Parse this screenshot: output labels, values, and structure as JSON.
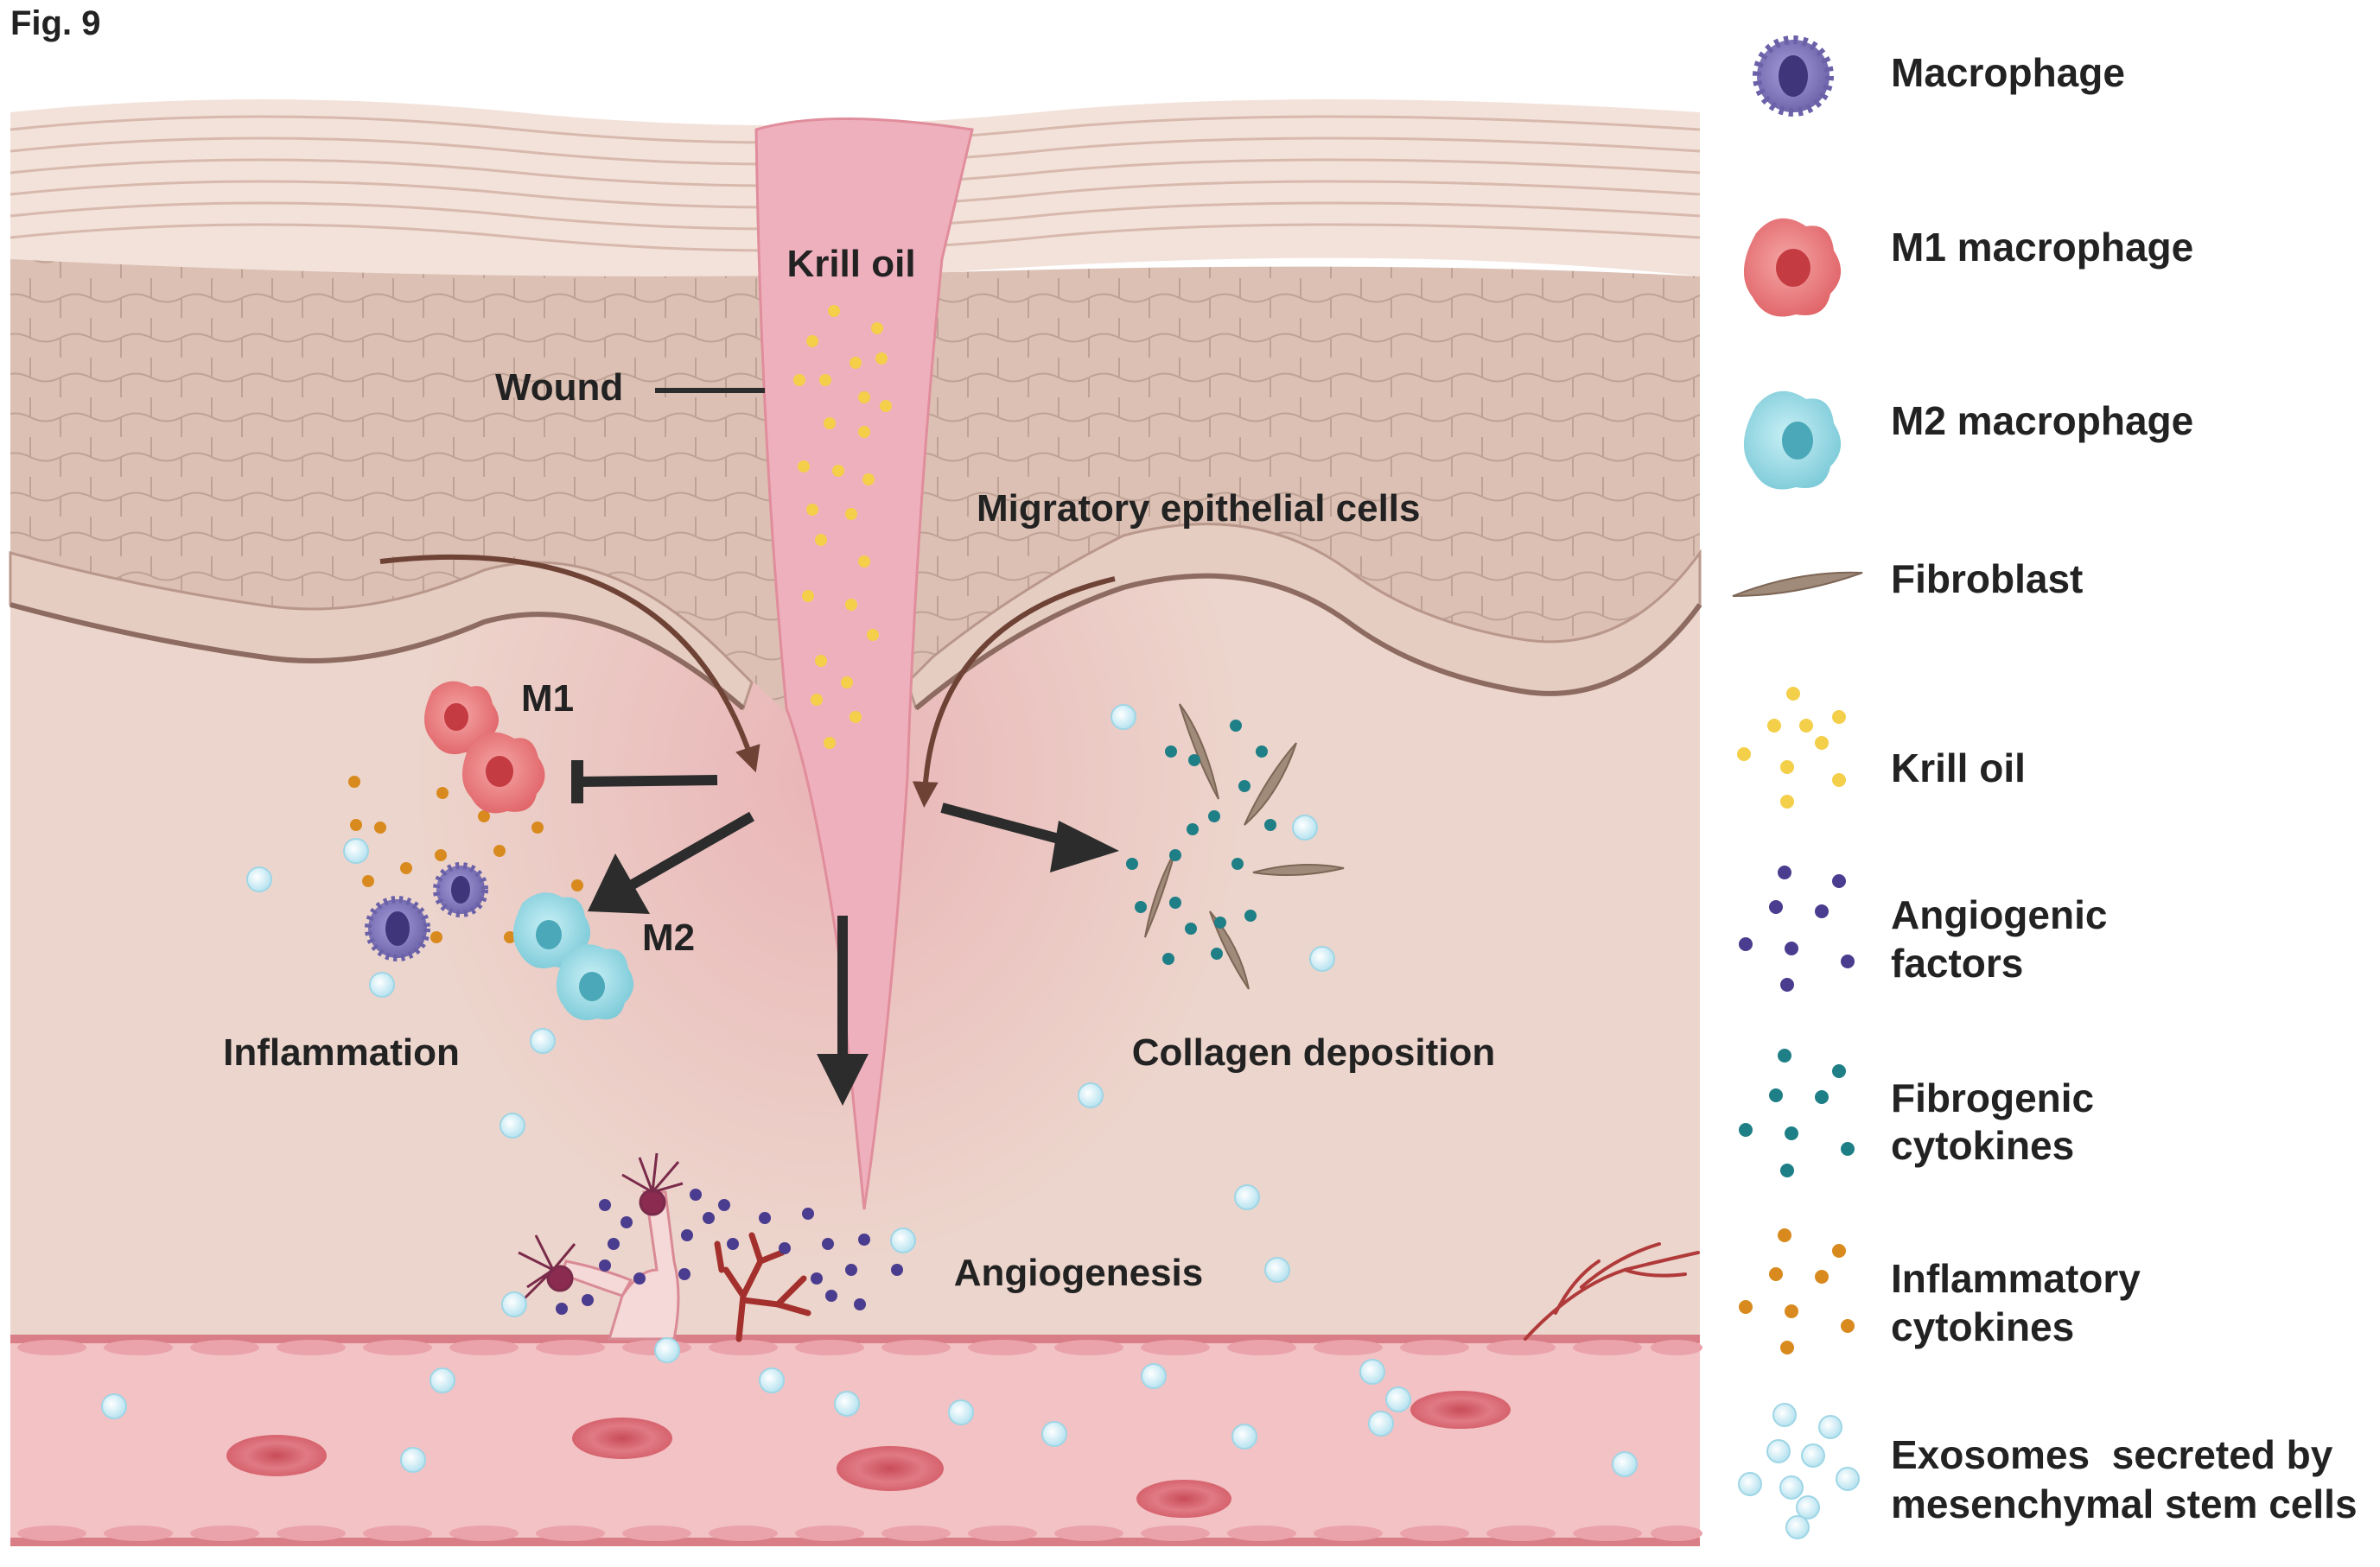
{
  "figure": {
    "label": "Fig. 9"
  },
  "diagram": {
    "wound_label": "Wound",
    "krill_oil_label": "Krill oil",
    "migratory_label": "Migratory epithelial cells",
    "m1_label": "M1",
    "m2_label": "M2",
    "inflammation_label": "Inflammation",
    "collagen_label": "Collagen deposition",
    "angiogenesis_label": "Angiogenesis"
  },
  "legend": {
    "items": [
      {
        "icon": "macrophage-icon",
        "lines": [
          "Macrophage"
        ]
      },
      {
        "icon": "m1-macrophage-icon",
        "lines": [
          "M1 macrophage"
        ]
      },
      {
        "icon": "m2-macrophage-icon",
        "lines": [
          "M2 macrophage"
        ]
      },
      {
        "icon": "fibroblast-icon",
        "lines": [
          "Fibroblast"
        ]
      },
      {
        "icon": "krill-oil-dots-icon",
        "lines": [
          "Krill oil"
        ]
      },
      {
        "icon": "angiogenic-factors-dots-icon",
        "lines": [
          "Angiogenic",
          "factors"
        ]
      },
      {
        "icon": "fibrogenic-cytokines-dots-icon",
        "lines": [
          "Fibrogenic",
          "cytokines"
        ]
      },
      {
        "icon": "inflammatory-cytokines-dots-icon",
        "lines": [
          "Inflammatory",
          "cytokines"
        ]
      },
      {
        "icon": "exosomes-dots-icon",
        "lines": [
          "Exosomes  secreted by",
          "mesenchymal stem cells"
        ]
      }
    ]
  },
  "colors": {
    "macrophage": "#7c74b8",
    "m1_macrophage": "#e8787a",
    "m2_macrophage": "#8fd3df",
    "fibroblast": "#a08a7a",
    "krill_oil": "#f3cf4a",
    "angiogenic_factors": "#4a3c8e",
    "fibrogenic_cytokines": "#1f7f86",
    "inflammatory_cytokines": "#d88a1e",
    "exosomes": "#c8ecf6",
    "wound": "#efb0bd",
    "dermis": "#ecd5cc",
    "blood_vessel": "#f2c2c4",
    "red_blood_cell": "#d8606b"
  }
}
